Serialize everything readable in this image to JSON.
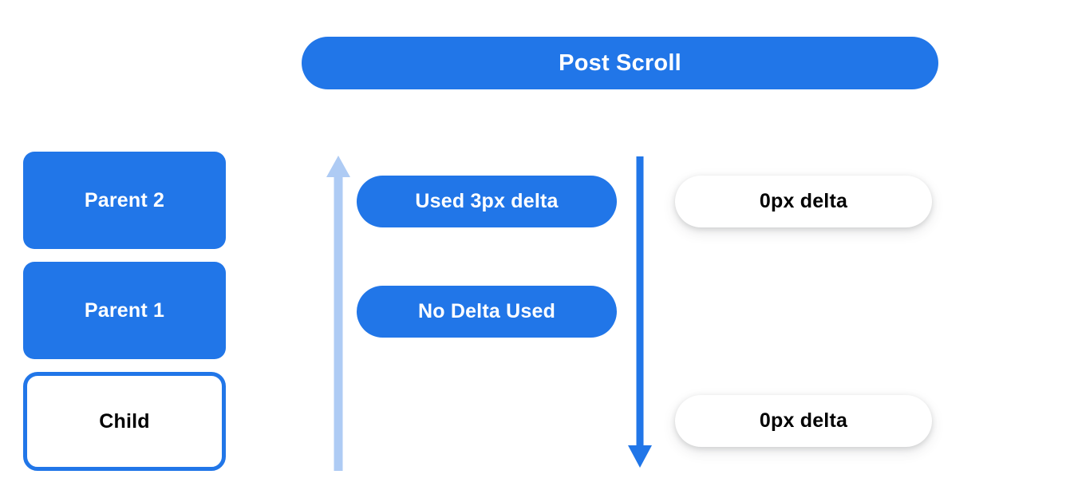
{
  "colors": {
    "accent_blue": "#2176e8",
    "light_blue_arrow": "#aecbf4",
    "background": "#ffffff",
    "text_on_blue": "#ffffff",
    "text_on_white": "#000000"
  },
  "header": {
    "title": "Post Scroll"
  },
  "left_stack": {
    "items": [
      {
        "label": "Parent 2",
        "style": "filled"
      },
      {
        "label": "Parent 1",
        "style": "filled"
      },
      {
        "label": "Child",
        "style": "outlined"
      }
    ]
  },
  "arrows": [
    {
      "name": "scroll-chain-up-arrow",
      "direction": "up",
      "color": "#aecbf4"
    },
    {
      "name": "scroll-chain-down-arrow",
      "direction": "down",
      "color": "#2176e8"
    }
  ],
  "middle_column": {
    "pills": [
      {
        "label": "Used 3px delta"
      },
      {
        "label": "No Delta Used"
      }
    ]
  },
  "right_column": {
    "pills": [
      {
        "label": "0px delta"
      },
      {
        "label": "0px delta"
      }
    ]
  }
}
